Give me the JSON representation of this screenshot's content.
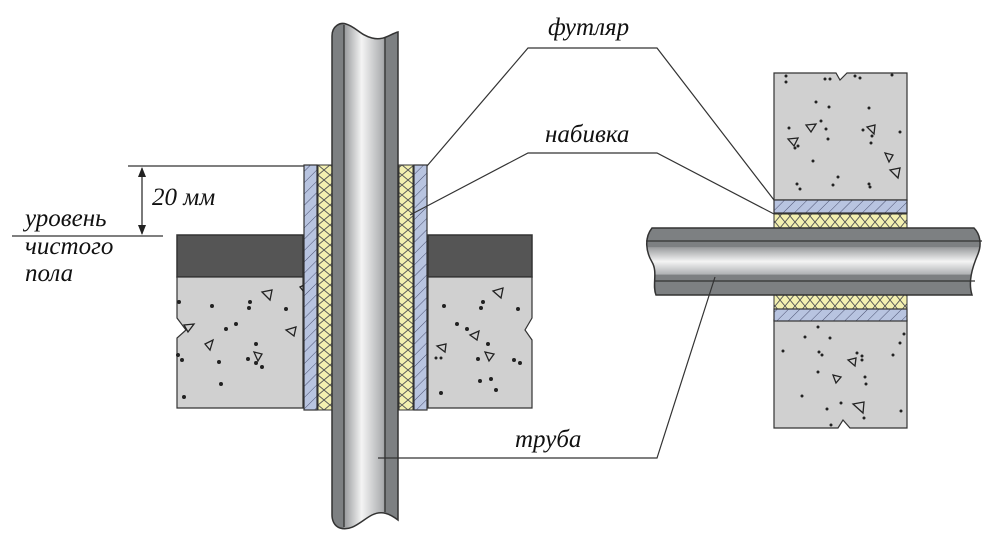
{
  "diagram": {
    "title": "Прокладка трубы через перекрытие и стену в футляре",
    "labels": {
      "sleeve": "футляр",
      "packing": "набивка",
      "pipe": "труба",
      "dimension": "20 мм",
      "floor_level_line1": "уровень",
      "floor_level_line2": "чистого",
      "floor_level_line3": "пола"
    },
    "colors": {
      "pipe_dark": "#7a7d7f",
      "pipe_light": "#f2f2f2",
      "sleeve": "#b8c4e0",
      "packing": "#f3f0b0",
      "concrete": "#d0d0d0",
      "floor_finish": "#555555",
      "outline": "#333333"
    }
  }
}
